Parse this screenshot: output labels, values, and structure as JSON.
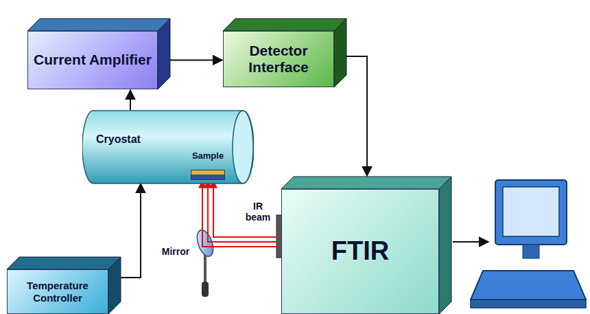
{
  "diagram": {
    "nodes": [
      {
        "text": [
          "Current Amplifier"
        ]
      },
      {
        "text": [
          "Detector Interface"
        ]
      },
      {
        "text": [
          "Cryostat"
        ]
      },
      {
        "text": [
          "Sample"
        ],
        "in": 2
      },
      {
        "text": [
          "FTIR"
        ]
      },
      {
        "text": [
          "Temperature Controller"
        ]
      }
    ],
    "edges": [
      {
        "from": 2,
        "to": 0,
        "arrow": "to"
      },
      {
        "from": 0,
        "to": 1,
        "arrow": "to"
      },
      {
        "from": 1,
        "to": 4,
        "arrow": "to"
      },
      {
        "from": 5,
        "to": 2,
        "arrow": "to"
      },
      {
        "from": 4,
        "to": 3,
        "arrow": "to",
        "label": "IR beam"
      }
    ],
    "labels": [
      "Mirror"
    ]
  }
}
